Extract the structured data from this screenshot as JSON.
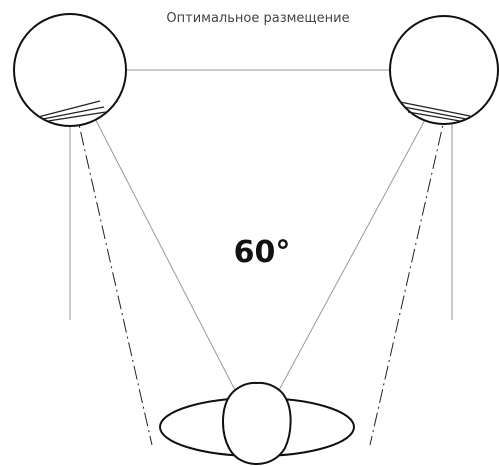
{
  "diagram": {
    "title": "Оптимальное размещение",
    "angle_label": "60°",
    "nodes": [
      {
        "id": "speaker-left",
        "shape": "circle"
      },
      {
        "id": "speaker-right",
        "shape": "circle"
      },
      {
        "id": "listener-head",
        "shape": "head"
      },
      {
        "id": "listener-shoulders",
        "shape": "ellipse"
      }
    ],
    "edges": [
      {
        "from": "speaker-left",
        "to": "speaker-right",
        "style": "solid"
      },
      {
        "from": "speaker-left",
        "to": "listener-head",
        "style": "solid"
      },
      {
        "from": "speaker-right",
        "to": "listener-head",
        "style": "solid"
      },
      {
        "from": "speaker-left",
        "to": "listener-shoulders",
        "style": "dash-dot"
      },
      {
        "from": "speaker-right",
        "to": "listener-shoulders",
        "style": "dash-dot"
      }
    ]
  }
}
